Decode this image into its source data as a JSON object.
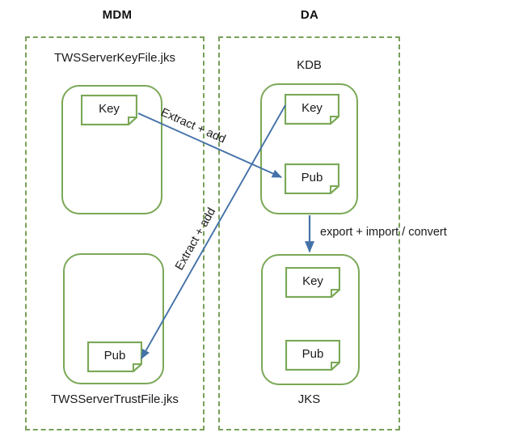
{
  "diagram": {
    "title_left": "MDM",
    "title_right": "DA",
    "colors": {
      "zone_border": "#79a05a",
      "store_border": "#7aa857",
      "doc_border": "#7aa857",
      "arrow": "#4472a8",
      "text": "#1a1a1a",
      "background": "#ffffff"
    },
    "zones": [
      {
        "name": "mdm",
        "title": "MDM"
      },
      {
        "name": "da",
        "title": "DA"
      }
    ],
    "stores": [
      {
        "name": "tws-server-key-file",
        "label": "TWSServerKeyFile.jks",
        "label_position": "top",
        "items": [
          {
            "name": "key",
            "label": "Key"
          }
        ]
      },
      {
        "name": "kdb",
        "label": "KDB",
        "label_position": "top",
        "items": [
          {
            "name": "key",
            "label": "Key"
          },
          {
            "name": "pub",
            "label": "Pub"
          }
        ]
      },
      {
        "name": "tws-server-trust-file",
        "label": "TWSServerTrustFile.jks",
        "label_position": "bottom",
        "items": [
          {
            "name": "pub",
            "label": "Pub"
          }
        ]
      },
      {
        "name": "jks",
        "label": "JKS",
        "label_position": "bottom",
        "items": [
          {
            "name": "key",
            "label": "Key"
          },
          {
            "name": "pub",
            "label": "Pub"
          }
        ]
      }
    ],
    "arrows": [
      {
        "name": "key-to-kdb-pub",
        "label": "Extract + add",
        "from": "TWSServerKeyFile.jks / Key",
        "to": "KDB / Pub"
      },
      {
        "name": "kdb-key-to-trust-pub",
        "label": "Extract + add",
        "from": "KDB / Key",
        "to": "TWSServerTrustFile.jks / Pub"
      },
      {
        "name": "kdb-to-jks",
        "label": "export + import / convert",
        "from": "KDB",
        "to": "JKS"
      }
    ]
  }
}
